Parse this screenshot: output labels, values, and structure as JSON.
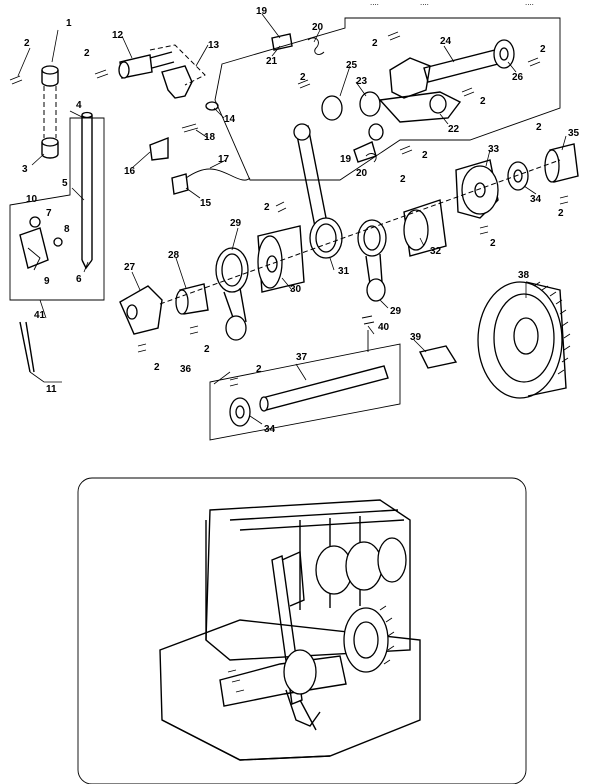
{
  "diagram": {
    "part_labels": [
      "1",
      "2",
      "3",
      "4",
      "5",
      "6",
      "7",
      "8",
      "9",
      "10",
      "11",
      "12",
      "13",
      "14",
      "15",
      "16",
      "17",
      "18",
      "19",
      "20",
      "21",
      "22",
      "23",
      "24",
      "25",
      "26",
      "27",
      "28",
      "29",
      "30",
      "31",
      "32",
      "33",
      "34",
      "35",
      "36",
      "37",
      "38",
      "39",
      "40",
      "41"
    ],
    "repeated_labels": {
      "screw": "2",
      "link": "20",
      "collar_small": "19",
      "bellcrank": "29",
      "plate": "34"
    },
    "header_fragments": [
      "....",
      "....",
      "...."
    ]
  }
}
